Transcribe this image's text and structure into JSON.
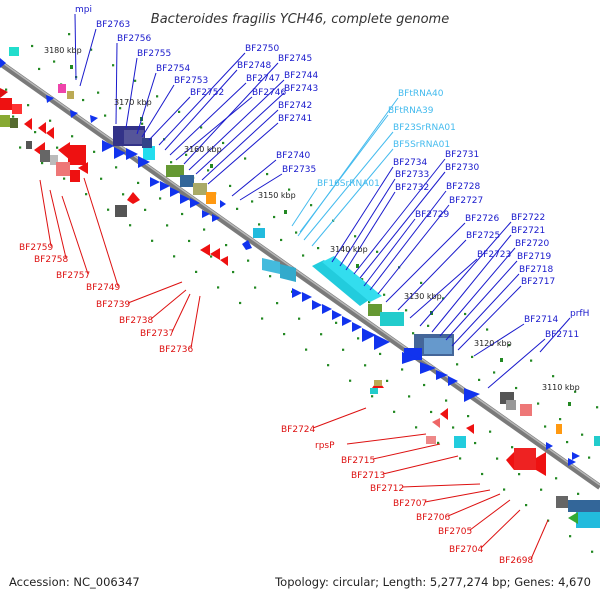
{
  "title": "Bacteroides fragilis YCH46, complete genome",
  "footer": {
    "accession": "Accession: NC_006347",
    "summary": "Topology: circular; Length: 5,277,274 bp; Genes: 4,670"
  },
  "colors": {
    "backbone": "#888888",
    "forward_label": "#1a1acc",
    "rna_label": "#44bbee",
    "reverse_label": "#dd1111",
    "tick_mark": "#228822"
  },
  "ticks": [
    {
      "label": "3180 kbp"
    },
    {
      "label": "3170 kbp"
    },
    {
      "label": "3160 kbp"
    },
    {
      "label": "3150 kbp"
    },
    {
      "label": "3140 kbp"
    },
    {
      "label": "3130 kbp"
    },
    {
      "label": "3120 kbp"
    },
    {
      "label": "3110 kbp"
    }
  ],
  "forward_labels": [
    {
      "text": "mpi",
      "kind": "cds"
    },
    {
      "text": "BF2763",
      "kind": "cds"
    },
    {
      "text": "BF2756",
      "kind": "cds"
    },
    {
      "text": "BF2755",
      "kind": "cds"
    },
    {
      "text": "BF2754",
      "kind": "cds"
    },
    {
      "text": "BF2753",
      "kind": "cds"
    },
    {
      "text": "BF2752",
      "kind": "cds"
    },
    {
      "text": "BF2750",
      "kind": "cds"
    },
    {
      "text": "BF2748",
      "kind": "cds"
    },
    {
      "text": "BF2747",
      "kind": "cds"
    },
    {
      "text": "BF2746",
      "kind": "cds"
    },
    {
      "text": "BF2745",
      "kind": "cds"
    },
    {
      "text": "BF2744",
      "kind": "cds"
    },
    {
      "text": "BF2743",
      "kind": "cds"
    },
    {
      "text": "BF2742",
      "kind": "cds"
    },
    {
      "text": "BF2741",
      "kind": "cds"
    },
    {
      "text": "BF2740",
      "kind": "cds"
    },
    {
      "text": "BF2735",
      "kind": "cds"
    },
    {
      "text": "BFtRNA40",
      "kind": "rna"
    },
    {
      "text": "BFtRNA39",
      "kind": "rna"
    },
    {
      "text": "BF23SrRNA01",
      "kind": "rna"
    },
    {
      "text": "BF5SrRNA01",
      "kind": "rna"
    },
    {
      "text": "BF16SrRNA01",
      "kind": "rna"
    },
    {
      "text": "BF2734",
      "kind": "cds"
    },
    {
      "text": "BF2733",
      "kind": "cds"
    },
    {
      "text": "BF2732",
      "kind": "cds"
    },
    {
      "text": "BF2731",
      "kind": "cds"
    },
    {
      "text": "BF2730",
      "kind": "cds"
    },
    {
      "text": "BF2729",
      "kind": "cds"
    },
    {
      "text": "BF2728",
      "kind": "cds"
    },
    {
      "text": "BF2727",
      "kind": "cds"
    },
    {
      "text": "BF2726",
      "kind": "cds"
    },
    {
      "text": "BF2725",
      "kind": "cds"
    },
    {
      "text": "BF2723",
      "kind": "cds"
    },
    {
      "text": "BF2722",
      "kind": "cds"
    },
    {
      "text": "BF2721",
      "kind": "cds"
    },
    {
      "text": "BF2720",
      "kind": "cds"
    },
    {
      "text": "BF2719",
      "kind": "cds"
    },
    {
      "text": "BF2718",
      "kind": "cds"
    },
    {
      "text": "BF2717",
      "kind": "cds"
    },
    {
      "text": "BF2714",
      "kind": "cds"
    },
    {
      "text": "prfH",
      "kind": "cds"
    },
    {
      "text": "BF2711",
      "kind": "cds"
    }
  ],
  "reverse_labels": [
    {
      "text": "BF2759"
    },
    {
      "text": "BF2758"
    },
    {
      "text": "BF2757"
    },
    {
      "text": "BF2749"
    },
    {
      "text": "BF2739"
    },
    {
      "text": "BF2738"
    },
    {
      "text": "BF2737"
    },
    {
      "text": "BF2736"
    },
    {
      "text": "BF2724"
    },
    {
      "text": "rpsP"
    },
    {
      "text": "BF2715"
    },
    {
      "text": "BF2713"
    },
    {
      "text": "BF2712"
    },
    {
      "text": "BF2707"
    },
    {
      "text": "BF2706"
    },
    {
      "text": "BF2705"
    },
    {
      "text": "BF2704"
    },
    {
      "text": "BF2698"
    }
  ]
}
